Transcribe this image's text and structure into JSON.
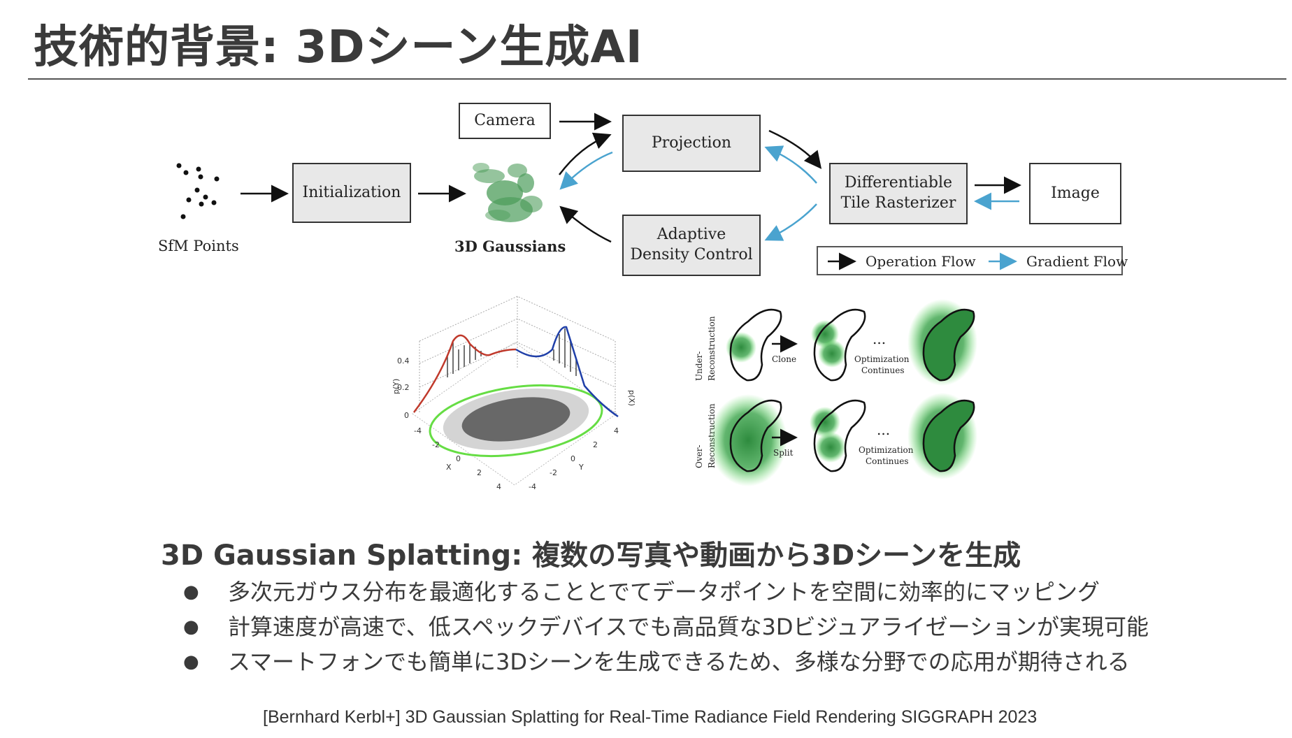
{
  "slide": {
    "title": "技術的背景: 3Dシーン生成AI",
    "heading": "3D Gaussian Splatting: 複数の写真や動画から3Dシーンを生成",
    "bullets": [
      "多次元ガウス分布を最適化することとでてデータポイントを空間に効率的にマッピング",
      "計算速度が高速で、低スペックデバイスでも高品質な3Dビジュアライゼーションが実現可能",
      "スマートフォンでも簡単に3Dシーンを生成できるため、多様な分野での応用が期待される"
    ],
    "bullet_symbol": "●",
    "citation": "[Bernhard Kerbl+] 3D Gaussian Splatting for Real-Time Radiance Field Rendering SIGGRAPH 2023"
  },
  "pipeline": {
    "sfm_label": "SfM Points",
    "initialization": "Initialization",
    "gaussians_label": "3D Gaussians",
    "camera": "Camera",
    "projection": "Projection",
    "adaptive_line1": "Adaptive",
    "adaptive_line2": "Density Control",
    "rasterizer_line1": "Differentiable",
    "rasterizer_line2": "Tile Rasterizer",
    "image": "Image",
    "legend_operation": "Operation Flow",
    "legend_gradient": "Gradient Flow",
    "colors": {
      "operation": "#111111",
      "gradient": "#4aa3cf",
      "gaussian_green": "#2e8b3e"
    }
  },
  "gaussian_plot": {
    "ylabel": "p(Y)",
    "xlabel_right": "p(X)",
    "x_axis_label": "X",
    "y_axis_label": "Y",
    "z_ticks": [
      "0.4",
      "0.2",
      "0"
    ],
    "x_ticks": [
      "-4",
      "-2",
      "0",
      "2",
      "4"
    ],
    "y_ticks": [
      "4",
      "2",
      "0",
      "-2",
      "-4"
    ],
    "colors": {
      "left_curve": "#c0392b",
      "right_curve": "#1f3fa8",
      "ellipse": "#66dd44"
    }
  },
  "density_control": {
    "under_label1": "Under-",
    "under_label2": "Reconstruction",
    "over_label1": "Over-",
    "over_label2": "Reconstruction",
    "clone": "Clone",
    "split": "Split",
    "dots": "...",
    "optimization1": "Optimization",
    "optimization2": "Continues"
  }
}
